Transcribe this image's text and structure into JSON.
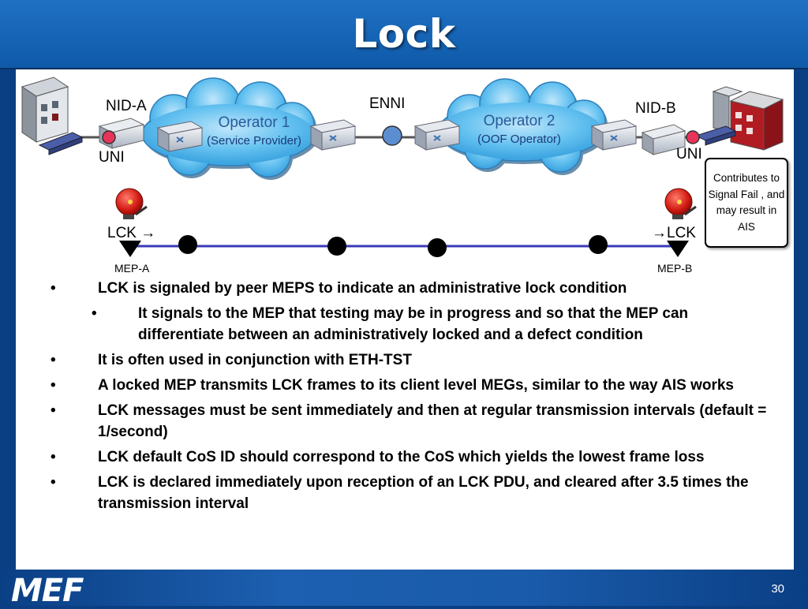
{
  "slide": {
    "title": "Lock",
    "page_number": "30",
    "logo_text": "MEF"
  },
  "diagram": {
    "nid_a": "NID-A",
    "nid_b": "NID-B",
    "enni": "ENNI",
    "uni_left": "UNI",
    "uni_right": "UNI",
    "operator1_name": "Operator 1",
    "operator1_role": "(Service Provider)",
    "operator2_name": "Operator 2",
    "operator2_role": "(OOF Operator)",
    "lck_left": "LCK →",
    "lck_right": "→LCK",
    "mep_a": "MEP-A",
    "mep_b": "MEP-B",
    "callout": "Contributes to Signal Fail , and may result in AIS"
  },
  "bullets": [
    {
      "level": 1,
      "text": "LCK is signaled by peer MEPS to indicate an administrative lock condition"
    },
    {
      "level": 2,
      "text": "It signals to the MEP that testing may be in progress and so that the MEP can differentiate between an administratively locked and a defect condition"
    },
    {
      "level": 1,
      "text": "It is often used in conjunction with ETH-TST"
    },
    {
      "level": 1,
      "text": "A locked MEP transmits LCK frames to its client level MEGs, similar to the way AIS works"
    },
    {
      "level": 1,
      "text": "LCK messages must be sent immediately and then at regular transmission intervals (default = 1/second)"
    },
    {
      "level": 1,
      "text": "LCK default CoS ID should correspond to the CoS which yields the lowest frame loss"
    },
    {
      "level": 1,
      "text": "LCK is declared immediately upon reception of an LCK PDU, and cleared after 3.5 times the transmission interval"
    }
  ],
  "colors": {
    "header_blue": "#1a67bb",
    "cloud_blue": "#4fb3ec",
    "nid_marker": "#e8335a",
    "enni_marker": "#5b8ed0",
    "alarm_red": "#d01818",
    "lck_line": "#3a3ab8"
  }
}
